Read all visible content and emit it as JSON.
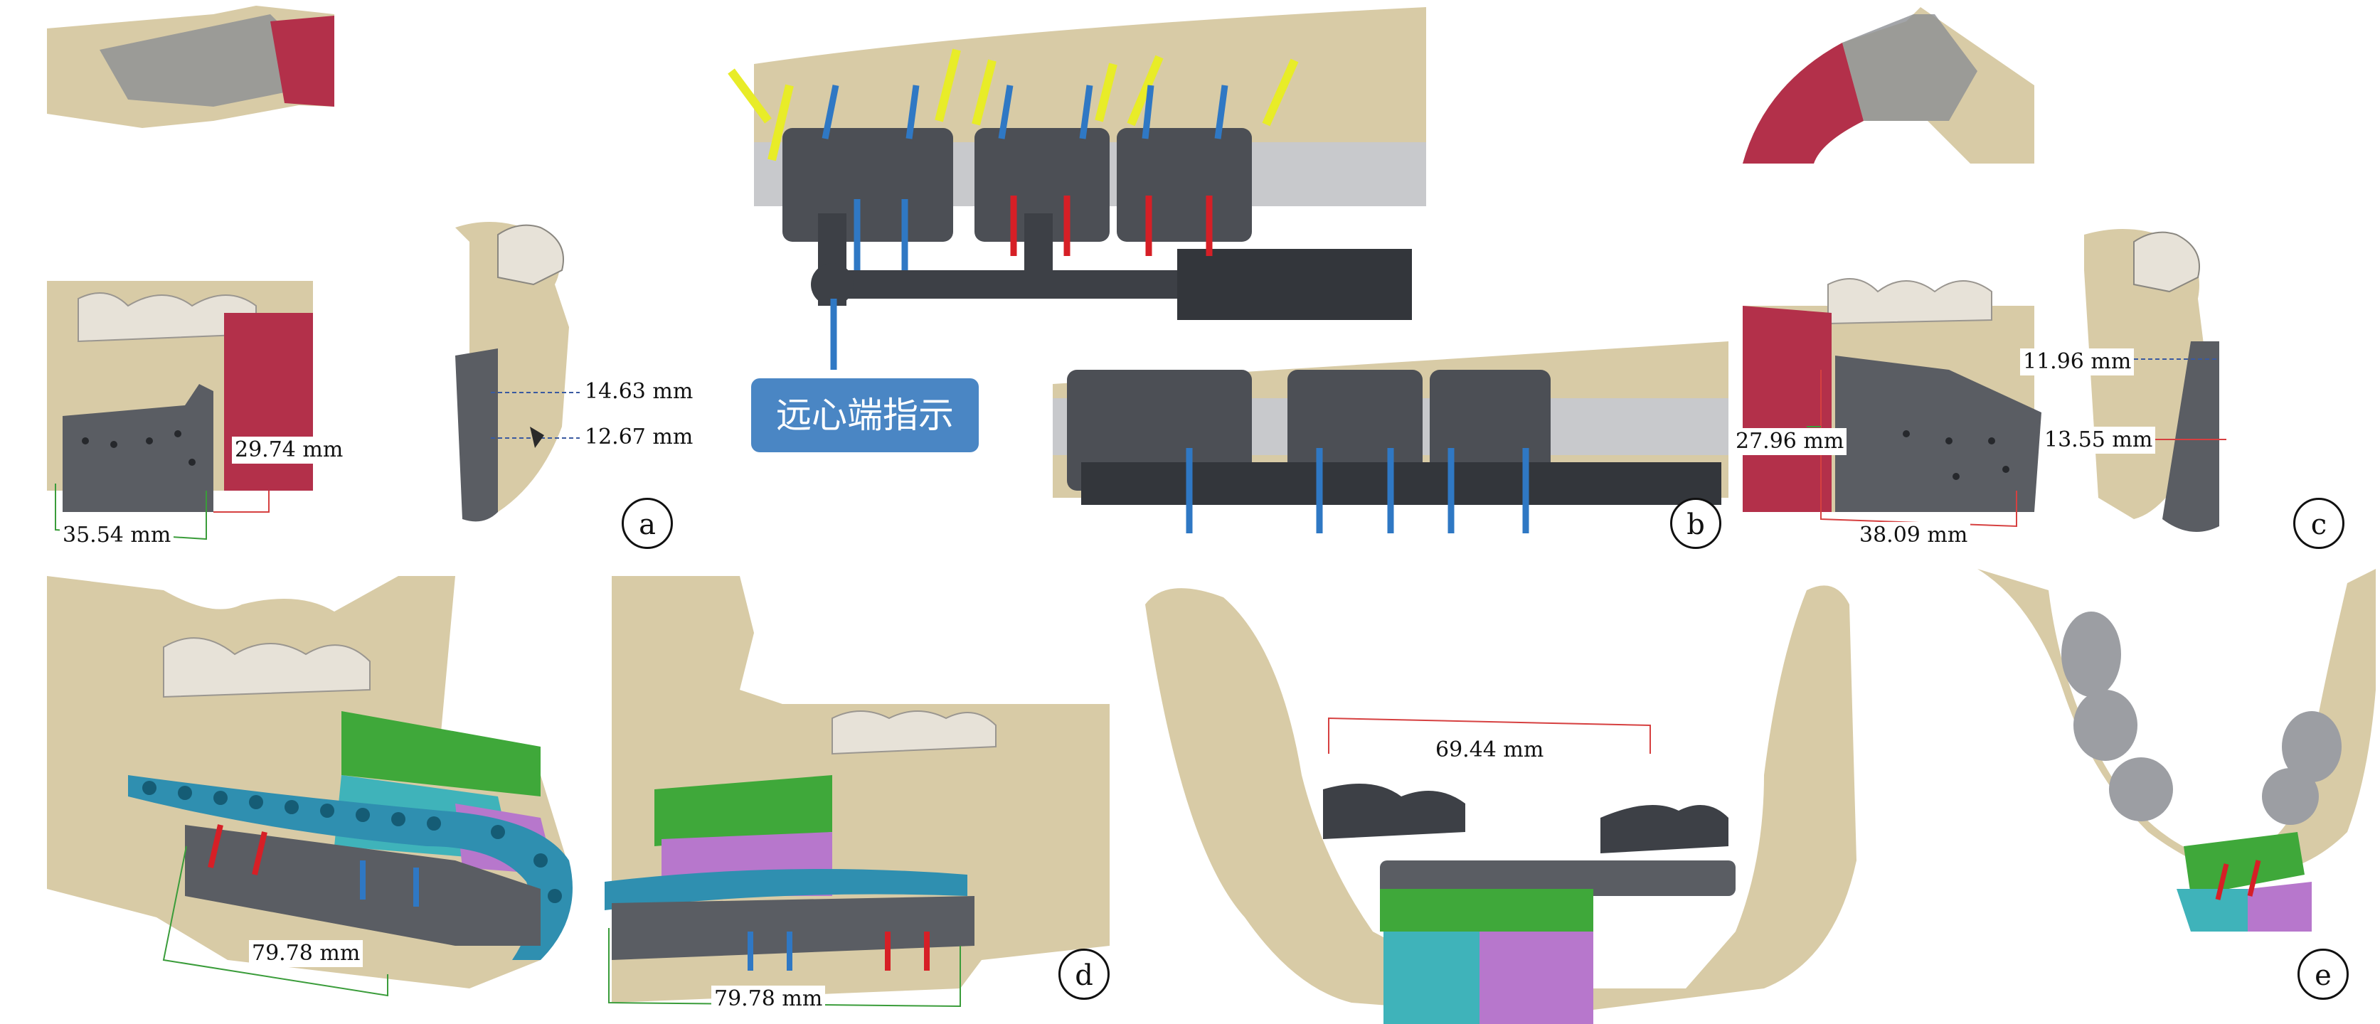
{
  "colors": {
    "bone": "#d8cba6",
    "bone_shadow": "#a89a74",
    "guide": "#5a5d63",
    "guide_dark": "#3d4046",
    "defect": "#b3304a",
    "green_segment": "#3fa83a",
    "cyan_segment": "#3fb3ba",
    "purple_segment": "#b777cc",
    "plate": "#2f8fb0",
    "arrow_blue": "#2f78c4",
    "arrow_red": "#d61f26",
    "arrow_yellow": "#e8ec28",
    "measure_green": "#3a9c3a",
    "measure_red": "#d64040",
    "callout_bg": "#4a86c4"
  },
  "callout": {
    "text": "远心端指示"
  },
  "measurements": {
    "a_width": "35.54 mm",
    "a_height": "29.74 mm",
    "a_depth_upper": "14.63 mm",
    "a_depth_lower": "12.67 mm",
    "c_height": "27.96 mm",
    "c_width": "38.09 mm",
    "c_depth_upper": "11.96 mm",
    "c_depth_lower": "13.55 mm",
    "d_length_left": "79.78 mm",
    "d_length_right": "79.78 mm",
    "e_span": "69.44 mm"
  },
  "panel_labels": {
    "a": "a",
    "b": "b",
    "c": "c",
    "d": "d",
    "e": "e"
  }
}
